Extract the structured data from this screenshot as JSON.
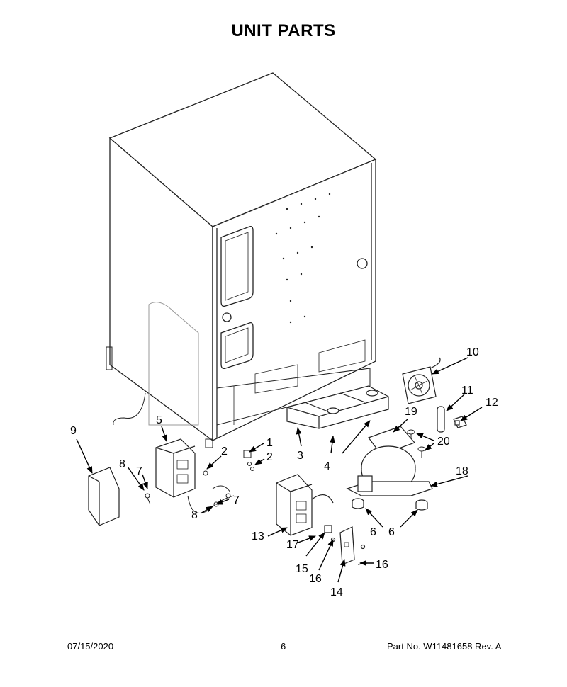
{
  "title": "UNIT PARTS",
  "callouts": {
    "c1": "1",
    "c2a": "2",
    "c2b": "2",
    "c3": "3",
    "c4": "4",
    "c5": "5",
    "c6a": "6",
    "c6b": "6",
    "c7a": "7",
    "c7b": "7",
    "c8a": "8",
    "c8b": "8",
    "c9": "9",
    "c10": "10",
    "c11": "11",
    "c12": "12",
    "c13": "13",
    "c14": "14",
    "c15": "15",
    "c16a": "16",
    "c16b": "16",
    "c17": "17",
    "c18": "18",
    "c19": "19",
    "c20": "20"
  },
  "footer": {
    "date": "07/15/2020",
    "page": "6",
    "part": "Part No.  W11481658  Rev.  A"
  }
}
